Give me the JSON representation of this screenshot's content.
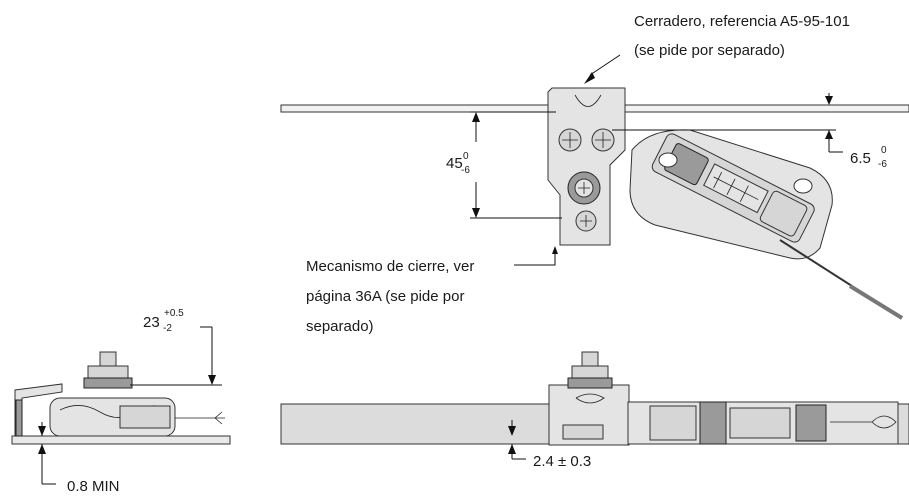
{
  "callouts": {
    "strike_line1": "Cerradero, referencia A5-95-101",
    "strike_line2": "(se pide por separado)",
    "lock_line1": "Mecanismo de cierre, ver",
    "lock_line2": "página 36A (se pide por",
    "lock_line3": "separado)"
  },
  "dimensions": {
    "d45_value": "45",
    "d45_upper": "0",
    "d45_lower": "-6",
    "d65_value": "6.5",
    "d65_upper": "0",
    "d65_lower": "-6",
    "d23_value": "23",
    "d23_upper": "+0.5",
    "d23_lower": "-2",
    "d08_value": "0.8 MIN",
    "d24_value": "2.4 ± 0.3"
  }
}
